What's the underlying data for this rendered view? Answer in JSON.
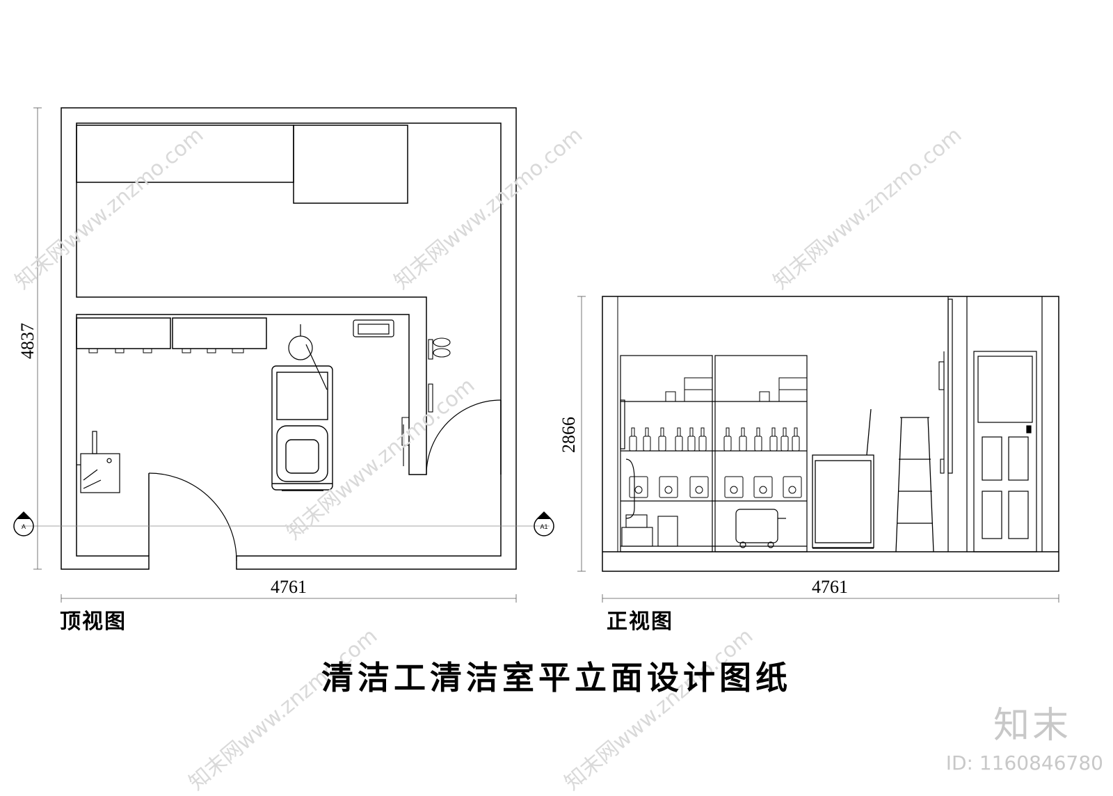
{
  "plan_view": {
    "caption": "顶视图",
    "width_dim": "4761",
    "depth_dim": "4837",
    "section_marker_left": "A",
    "section_marker_right": "A1"
  },
  "elevation_view": {
    "caption": "正视图",
    "width_dim": "4761",
    "height_dim": "2866"
  },
  "drawing_title": "清洁工清洁室平立面设计图纸",
  "watermark": {
    "text": "知末网www.znzmo.com",
    "brand": "知末",
    "id_label": "ID: 1160846780"
  },
  "icons": {
    "section_marker": "section-marker-icon",
    "mop_bucket": "mop-bucket-icon",
    "cleaning_cart": "cleaning-cart-icon",
    "slippers": "slippers-icon",
    "ladder": "ladder-icon",
    "door": "door-icon"
  }
}
